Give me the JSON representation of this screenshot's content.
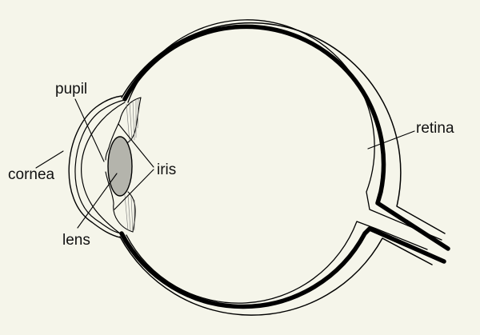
{
  "labels": {
    "pupil": "pupil",
    "cornea": "cornea",
    "lens": "lens",
    "iris": "iris",
    "retina": "retina"
  },
  "colors": {
    "background": "#f5f5ea",
    "lens_fill": "#b4b4ac",
    "line": "#000000"
  }
}
